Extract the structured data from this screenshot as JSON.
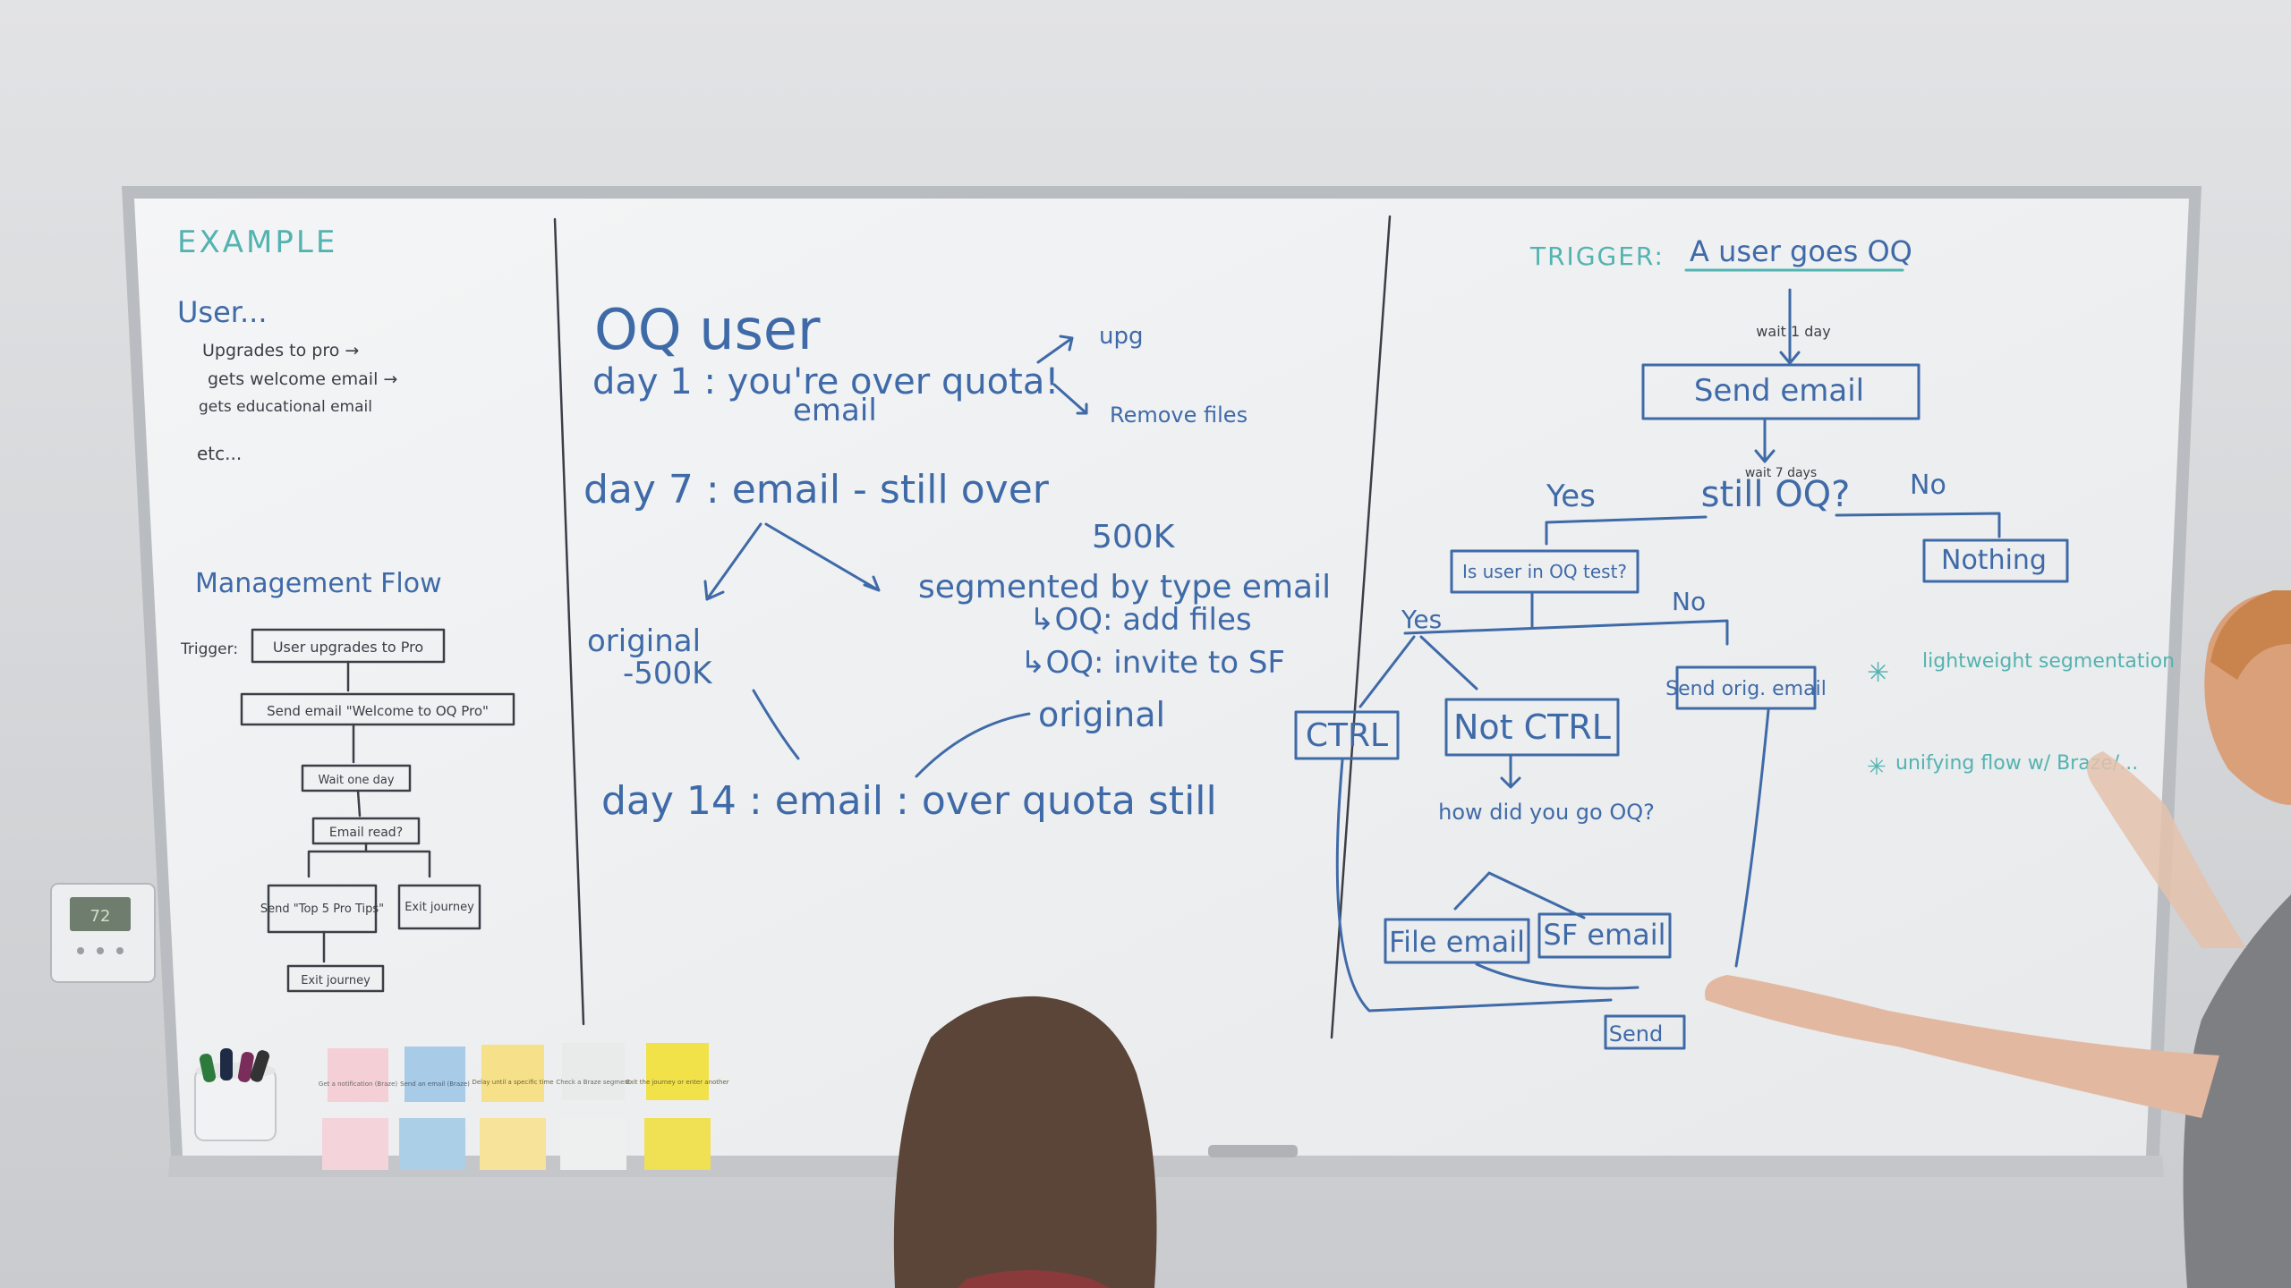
{
  "colors": {
    "wall": "#d7d8da",
    "board": "#f3f4f5",
    "frame": "#b9bcc0",
    "marker_blue": "#3f6aa8",
    "marker_teal": "#53b3b0",
    "marker_black": "#3a3f46"
  },
  "left_panel": {
    "example_title": "EXAMPLE",
    "user": "User...",
    "line1": "Upgrades to pro →",
    "line2": "gets welcome email →",
    "line3": "gets educational email",
    "etc": "etc...",
    "flow_title": "Management Flow",
    "trigger_label": "Trigger:",
    "trigger_box": "User upgrades to Pro",
    "box_send": "Send email \"Welcome to OQ Pro\"",
    "box_wait": "Wait one day",
    "box_read": "Email read?",
    "box_tips": "Send \"Top 5 Pro Tips\"",
    "box_exit_journey": "Exit journey",
    "box_exit": "Exit journey"
  },
  "middle_panel": {
    "title": "OQ user",
    "day1": "day 1 : you're over quota!",
    "day1_email": "email",
    "upgrade": "upg",
    "remove_files": "Remove files",
    "day7": "day 7 : email - still over",
    "size_500k": "500K",
    "segmented": "segmented by type email",
    "add_files": "↳OQ: add files",
    "invite_sf": "↳OQ: invite to SF",
    "original_1": "original",
    "original_1b": "-500K",
    "original_2": "original",
    "day14": "day 14 : email : over quota still"
  },
  "right_panel": {
    "trigger": "TRIGGER:",
    "trigger_value": "A user goes OQ",
    "wait1": "wait 1 day",
    "send_email": "Send email",
    "wait7": "wait 7 days",
    "still_oq": "still OQ?",
    "yes": "Yes",
    "no": "No",
    "nothing": "Nothing",
    "is_user_test": "Is user in OQ test?",
    "yes2": "Yes",
    "no2": "No",
    "send_orig": "Send orig. email",
    "ctrl": "CTRL",
    "not_ctrl": "Not CTRL",
    "how_oq": "how did you go OQ?",
    "file_email": "File email",
    "sf_email": "SF email",
    "send_bottom": "Send",
    "teal1": "lightweight segmentation",
    "teal2": "unifying flow w/ Braze/..."
  },
  "thermostat": {
    "display": "72"
  },
  "sticky_notes": [
    {
      "color": "#f4cfd6",
      "text": "Get a notification (Braze)"
    },
    {
      "color": "#a8cbe7",
      "text": "Send an email (Braze)"
    },
    {
      "color": "#f6e18a",
      "text": "Delay until a specific time"
    },
    {
      "color": "#e9eaea",
      "text": "Check a Braze segment"
    },
    {
      "color": "#f1e24a",
      "text": "Exit the journey or enter another"
    }
  ]
}
